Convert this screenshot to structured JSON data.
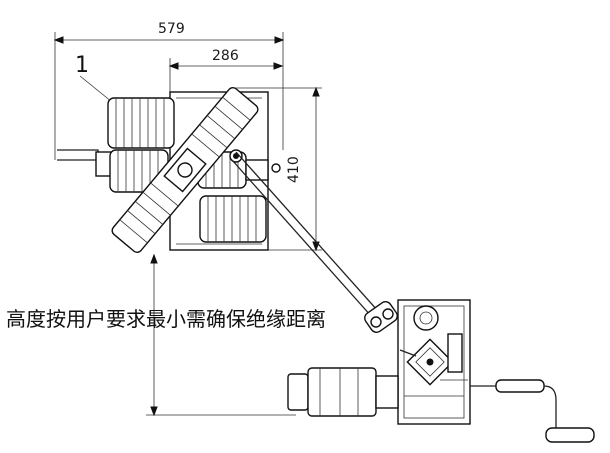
{
  "dimensions": {
    "overall_width": "579",
    "partial_width": "286",
    "height": "410"
  },
  "callout": {
    "number": "1"
  },
  "note": {
    "text": "高度按用户要求最小需确保绝缘距离"
  }
}
